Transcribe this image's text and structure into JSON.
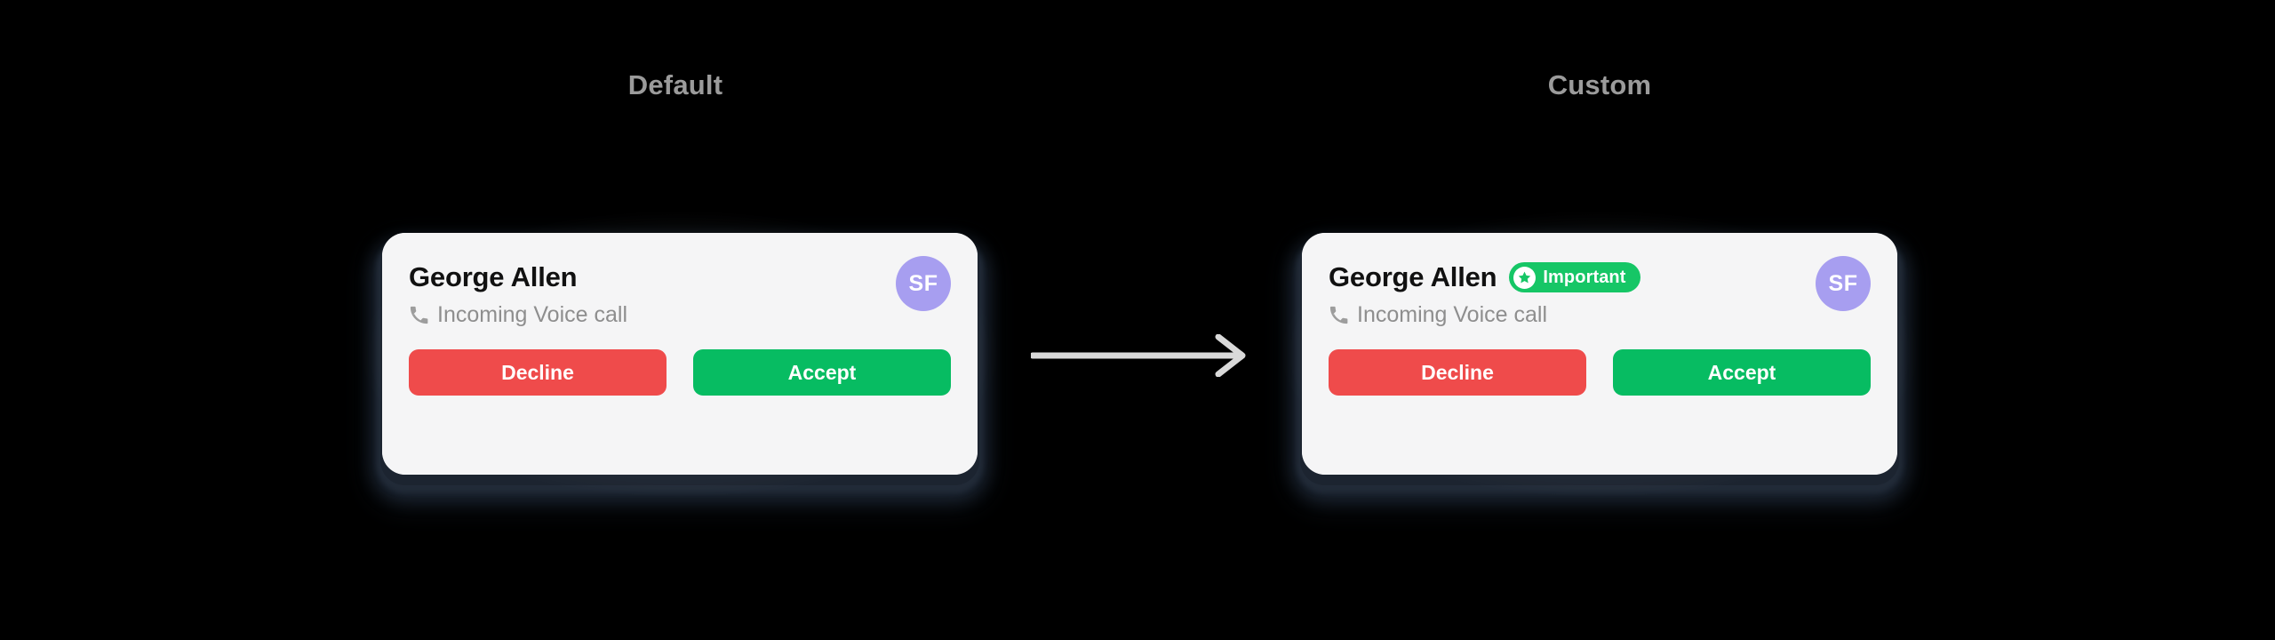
{
  "page": {
    "background": "#000000",
    "caption_color": "#9b9b9b"
  },
  "columns": [
    {
      "key": "default",
      "label": "Default"
    },
    {
      "key": "custom",
      "label": "Custom"
    }
  ],
  "arrow": {
    "name": "right-arrow",
    "direction": "right",
    "color": "#d9d9d9"
  },
  "cards": {
    "default": {
      "caller_name": "George Allen",
      "subtitle": "Incoming Voice call",
      "phone_icon": "phone-icon",
      "avatar": {
        "initials": "SF",
        "color": "#a79ef0"
      },
      "badge": null,
      "buttons": {
        "decline": {
          "label": "Decline",
          "color": "#ef4b4b"
        },
        "accept": {
          "label": "Accept",
          "color": "#07bc62"
        }
      },
      "surface_color": "#f5f5f6"
    },
    "custom": {
      "caller_name": "George Allen",
      "subtitle": "Incoming Voice call",
      "phone_icon": "phone-icon",
      "avatar": {
        "initials": "SF",
        "color": "#a79ef0"
      },
      "badge": {
        "label": "Important",
        "icon": "star-icon",
        "color": "#16c666",
        "icon_bg": "#ffffff"
      },
      "buttons": {
        "decline": {
          "label": "Decline",
          "color": "#ef4b4b"
        },
        "accept": {
          "label": "Accept",
          "color": "#07bc62"
        }
      },
      "surface_color": "#f5f5f6"
    }
  }
}
